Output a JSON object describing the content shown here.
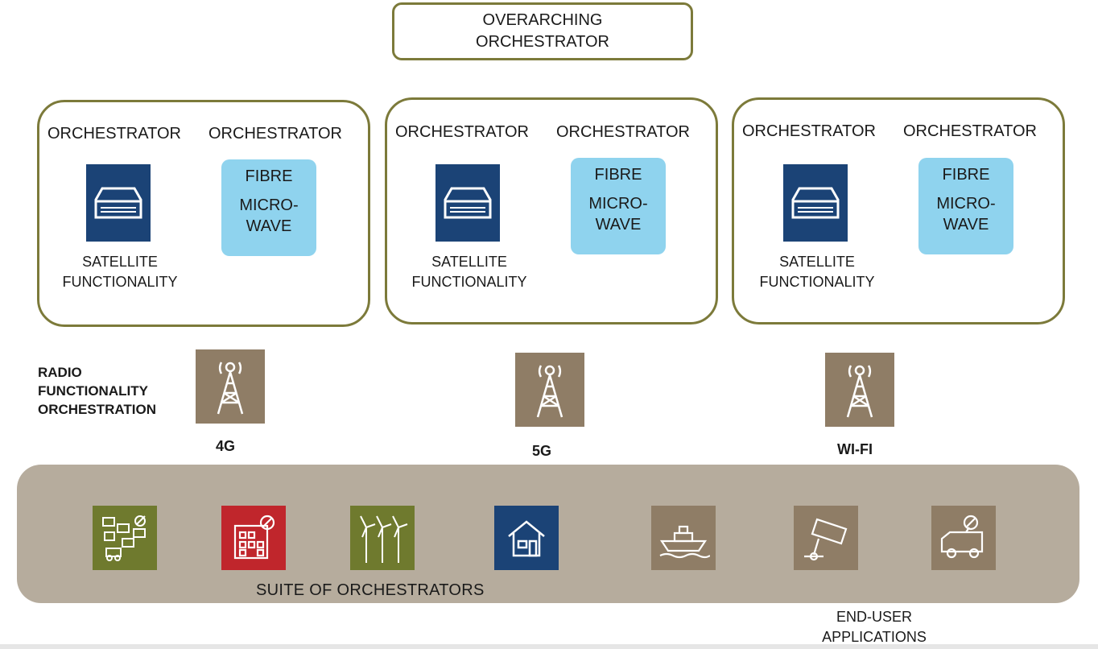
{
  "overarching": {
    "line1": "OVERARCHING",
    "line2": "ORCHESTRATOR"
  },
  "groups": [
    {
      "orch_left": "ORCHESTRATOR",
      "orch_right": "ORCHESTRATOR",
      "fibre": "FIBRE",
      "microwave_1": "MICRO-",
      "microwave_2": "WAVE",
      "sat_1": "SATELLITE",
      "sat_2": "FUNCTIONALITY"
    },
    {
      "orch_left": "ORCHESTRATOR",
      "orch_right": "ORCHESTRATOR",
      "fibre": "FIBRE",
      "microwave_1": "MICRO-",
      "microwave_2": "WAVE",
      "sat_1": "SATELLITE",
      "sat_2": "FUNCTIONALITY"
    },
    {
      "orch_left": "ORCHESTRATOR",
      "orch_right": "ORCHESTRATOR",
      "fibre": "FIBRE",
      "microwave_1": "MICRO-",
      "microwave_2": "WAVE",
      "sat_1": "SATELLITE",
      "sat_2": "FUNCTIONALITY"
    }
  ],
  "radio": {
    "line1": "RADIO",
    "line2": "FUNCTIONALITY",
    "line3": "ORCHESTRATION"
  },
  "towers": [
    {
      "label": "4G",
      "icon": "cell-tower-icon"
    },
    {
      "label": "5G",
      "icon": "cell-tower-icon"
    },
    {
      "label": "WI-FI",
      "icon": "cell-tower-icon"
    }
  ],
  "apps": [
    {
      "icon": "city-network-icon",
      "color": "#6f7a2e"
    },
    {
      "icon": "building-satellite-icon",
      "color": "#c0262c"
    },
    {
      "icon": "wind-turbines-icon",
      "color": "#6f7a2e"
    },
    {
      "icon": "house-icon",
      "color": "#1b4376"
    },
    {
      "icon": "ship-icon",
      "color": "#8f7d66"
    },
    {
      "icon": "satellite-terminal-icon",
      "color": "#8f7d66"
    },
    {
      "icon": "satellite-truck-icon",
      "color": "#8f7d66"
    }
  ],
  "suite_label": "SUITE  OF ORCHESTRATORS",
  "end_user": {
    "line1": "END-USER",
    "line2": "APPLICATIONS"
  },
  "colors": {
    "group_border": "#7c7a3a",
    "satellite": "#1b4376",
    "fibre": "#8fd3ee",
    "tower": "#8f7d66",
    "band": "#b6ac9d"
  }
}
